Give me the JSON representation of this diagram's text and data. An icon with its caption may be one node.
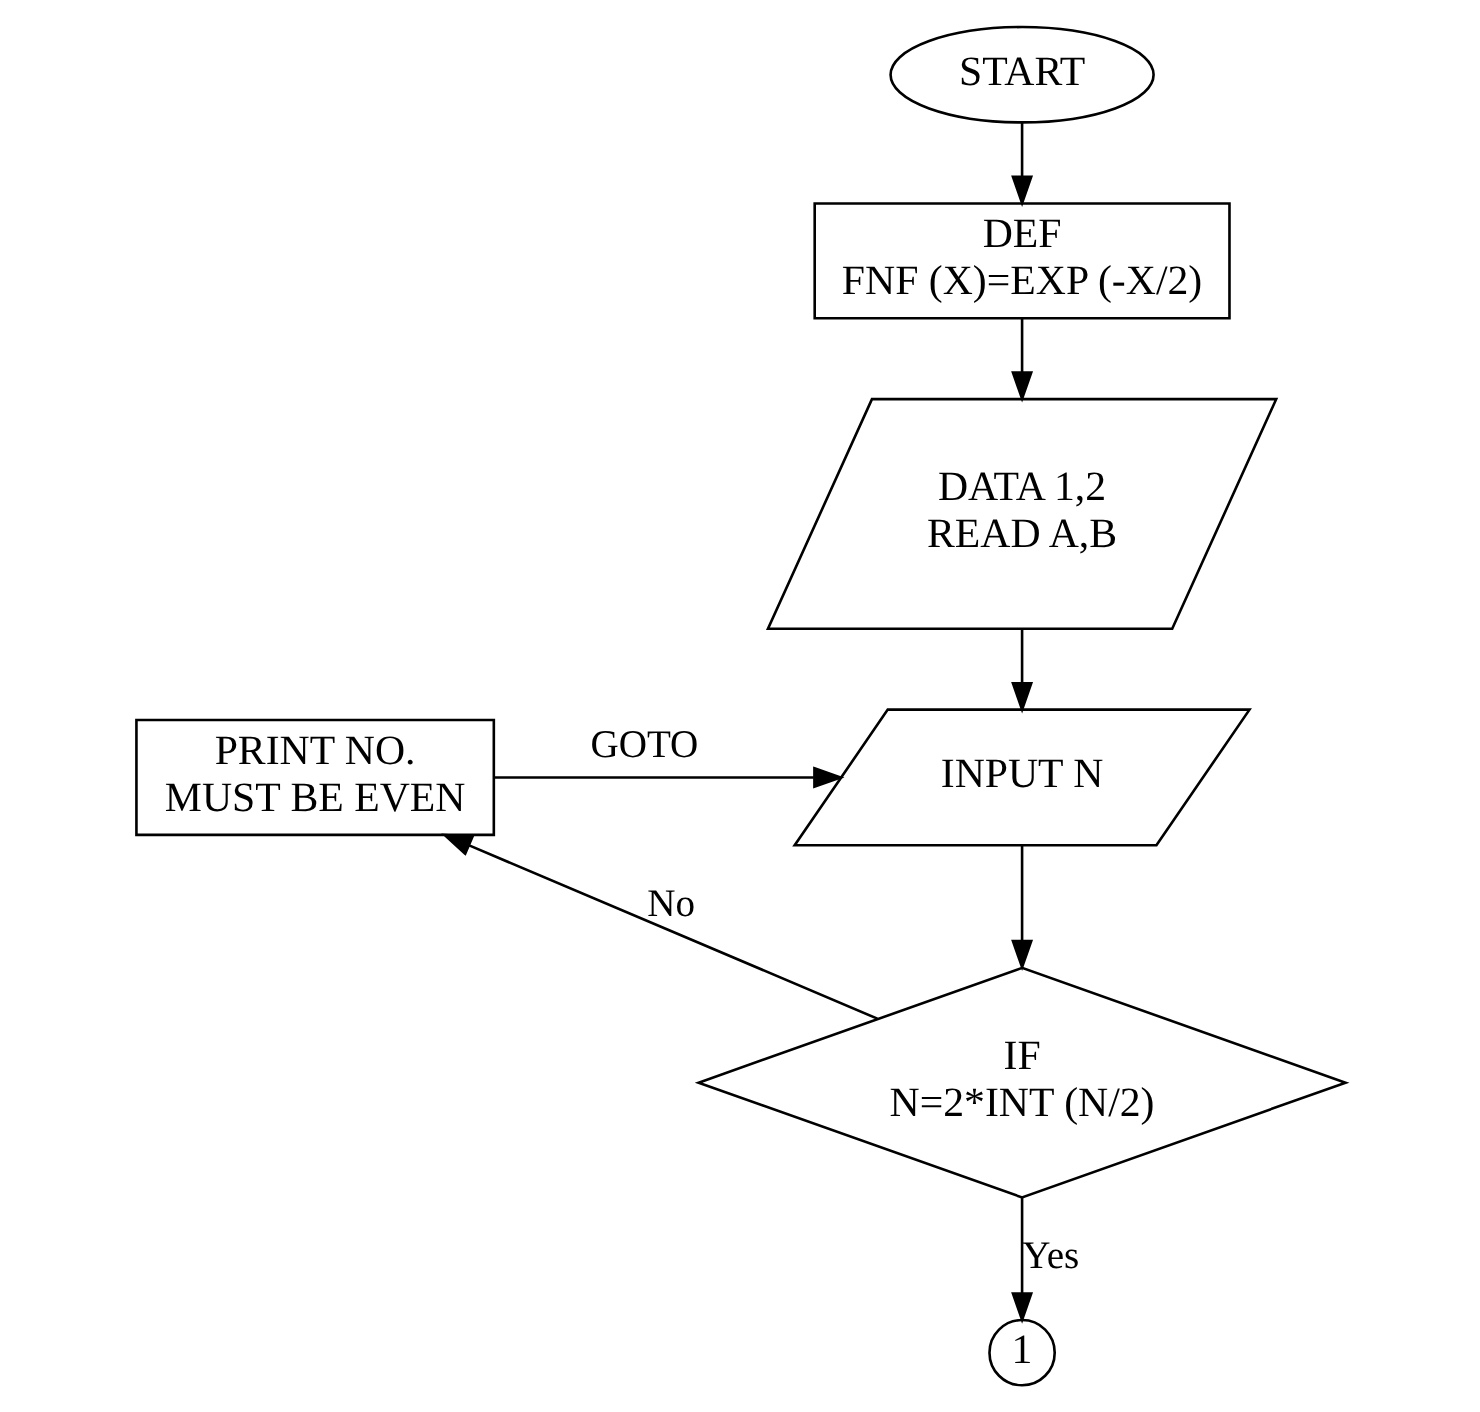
{
  "diagram": {
    "nodes": [
      {
        "text": [
          "START"
        ]
      },
      {
        "text": [
          "DEF FNF (X)=EXP (-X/2)"
        ]
      },
      {
        "text": [
          "DATA 1,2",
          "READ A,B"
        ]
      },
      {
        "text": [
          "INPUT N"
        ]
      },
      {
        "text": [
          "IF N=2*INT (N/2)"
        ]
      },
      {
        "text": [
          "PRINT NO. MUST BE EVEN"
        ]
      },
      {
        "text": [
          "1"
        ]
      }
    ],
    "edges": [
      {
        "from": 0,
        "to": 1,
        "arrow": "to"
      },
      {
        "from": 1,
        "to": 2,
        "arrow": "to"
      },
      {
        "from": 2,
        "to": 3,
        "arrow": "to"
      },
      {
        "from": 3,
        "to": 4,
        "arrow": "to"
      },
      {
        "from": 4,
        "to": 5,
        "label": "No",
        "arrow": "to"
      },
      {
        "from": 5,
        "to": 3,
        "label": "GOTO",
        "arrow": "to"
      },
      {
        "from": 4,
        "to": 6,
        "label": "Yes",
        "arrow": "to"
      }
    ]
  }
}
